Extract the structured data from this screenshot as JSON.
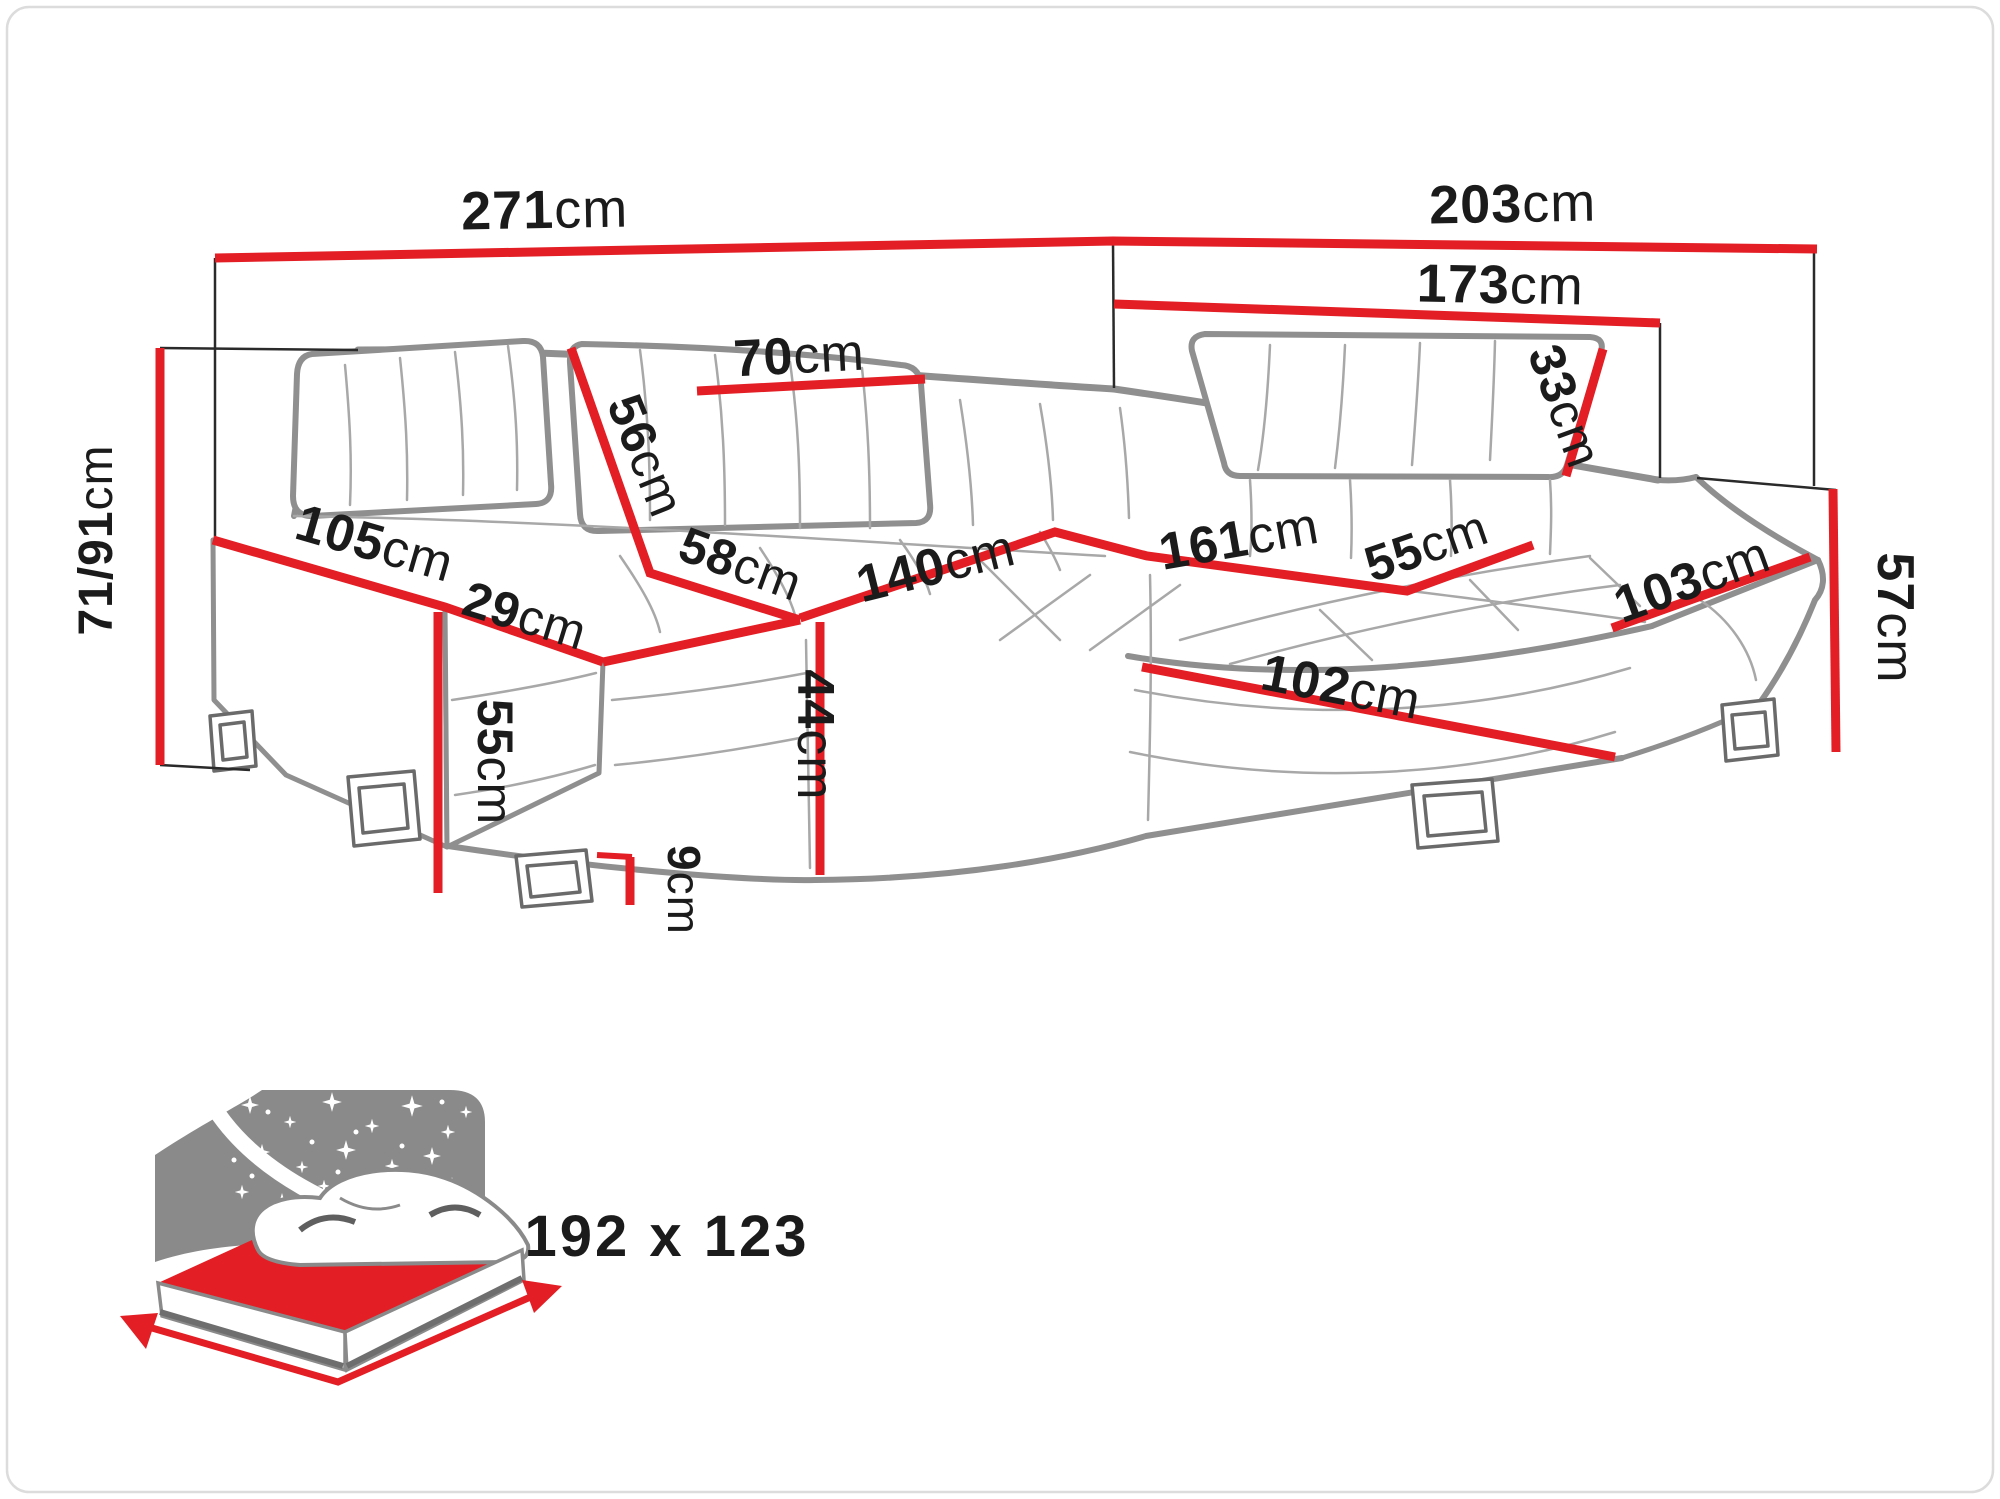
{
  "diagram": {
    "kind": "furniture-dimension-diagram",
    "subject": "corner sofa bed with sleeping function",
    "unit": "cm",
    "accent_color": "#e31e24",
    "outline_color": "#8f8f8f",
    "text_color": "#1b1b1b",
    "icon_gray": "#8a8a8a",
    "bed_text_color": "#6f6f6f"
  },
  "dimensions": {
    "total_width_left": {
      "value": "271",
      "unit": "cm"
    },
    "total_depth_right": {
      "value": "203",
      "unit": "cm"
    },
    "depth_to_back_right": {
      "value": "173",
      "unit": "cm"
    },
    "headrest_width": {
      "value": "70",
      "unit": "cm"
    },
    "backrest_slope": {
      "value": "56",
      "unit": "cm"
    },
    "seat_depth_left": {
      "value": "58",
      "unit": "cm"
    },
    "seat_width_left": {
      "value": "140",
      "unit": "cm"
    },
    "seat_width_right": {
      "value": "161",
      "unit": "cm"
    },
    "seat_depth_right": {
      "value": "55",
      "unit": "cm"
    },
    "chaise_top_length": {
      "value": "103",
      "unit": "cm"
    },
    "chaise_front_length": {
      "value": "102",
      "unit": "cm"
    },
    "headrest_height_right": {
      "value": "33",
      "unit": "cm"
    },
    "side_height_right": {
      "value": "57",
      "unit": "cm"
    },
    "armrest_length": {
      "value": "105",
      "unit": "cm"
    },
    "armrest_width": {
      "value": "29",
      "unit": "cm"
    },
    "armrest_height": {
      "value": "55",
      "unit": "cm"
    },
    "seat_front_height": {
      "value": "44",
      "unit": "cm"
    },
    "leg_height": {
      "value": "9",
      "unit": "cm"
    },
    "total_height": {
      "value": "71/91",
      "unit": "cm"
    }
  },
  "sleeping_area": {
    "label": "192 x 123",
    "icon": "sleep-function-bed-icon"
  }
}
